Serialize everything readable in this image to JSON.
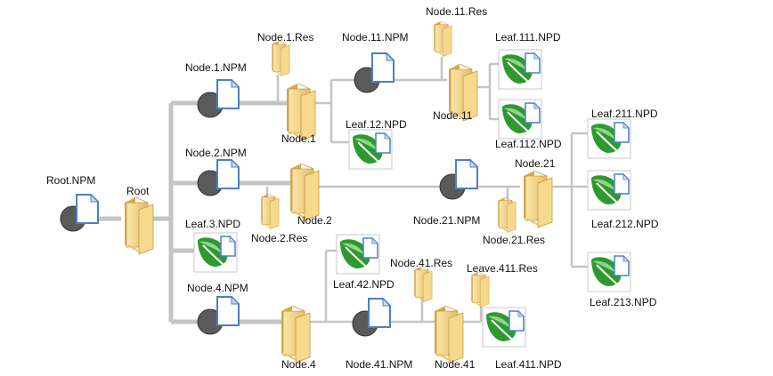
{
  "colors": {
    "connector": "#c4c4c4",
    "folder_light": "#f8df98",
    "folder_dark": "#d9a84a",
    "doc_blue": "#4a80c8",
    "doc_fold": "#c6daf2",
    "disk": "#5a5a5a",
    "leaf_green": "#2e9a2e"
  },
  "labels": {
    "root_npm": "Root.NPM",
    "root": "Root",
    "node1_npm": "Node.1.NPM",
    "node1_res": "Node.1.Res",
    "node1": "Node.1",
    "node11_npm": "Node.11.NPM",
    "node11_res": "Node.11.Res",
    "node11": "Node.11",
    "leaf111": "Leaf.111.NPD",
    "leaf112": "Leaf.112.NPD",
    "leaf12": "Leaf.12.NPD",
    "node2_npm": "Node.2.NPM",
    "node2_res": "Node.2.Res",
    "node2": "Node.2",
    "node21_npm": "Node.21.NPM",
    "node21_res": "Node.21.Res",
    "node21": "Node.21",
    "leaf211": "Leaf.211.NPD",
    "leaf212": "Leaf.212.NPD",
    "leaf213": "Leaf.213.NPD",
    "leaf3": "Leaf.3.NPD",
    "node4_npm": "Node.4.NPM",
    "node4": "Node.4",
    "leaf42": "Leaf.42.NPD",
    "node41_res": "Node.41.Res",
    "node41_npm": "Node.41.NPM",
    "node41": "Node.41",
    "leave411_res": "Leave.411.Res",
    "leaf411": "Leaf.411.NPD"
  }
}
